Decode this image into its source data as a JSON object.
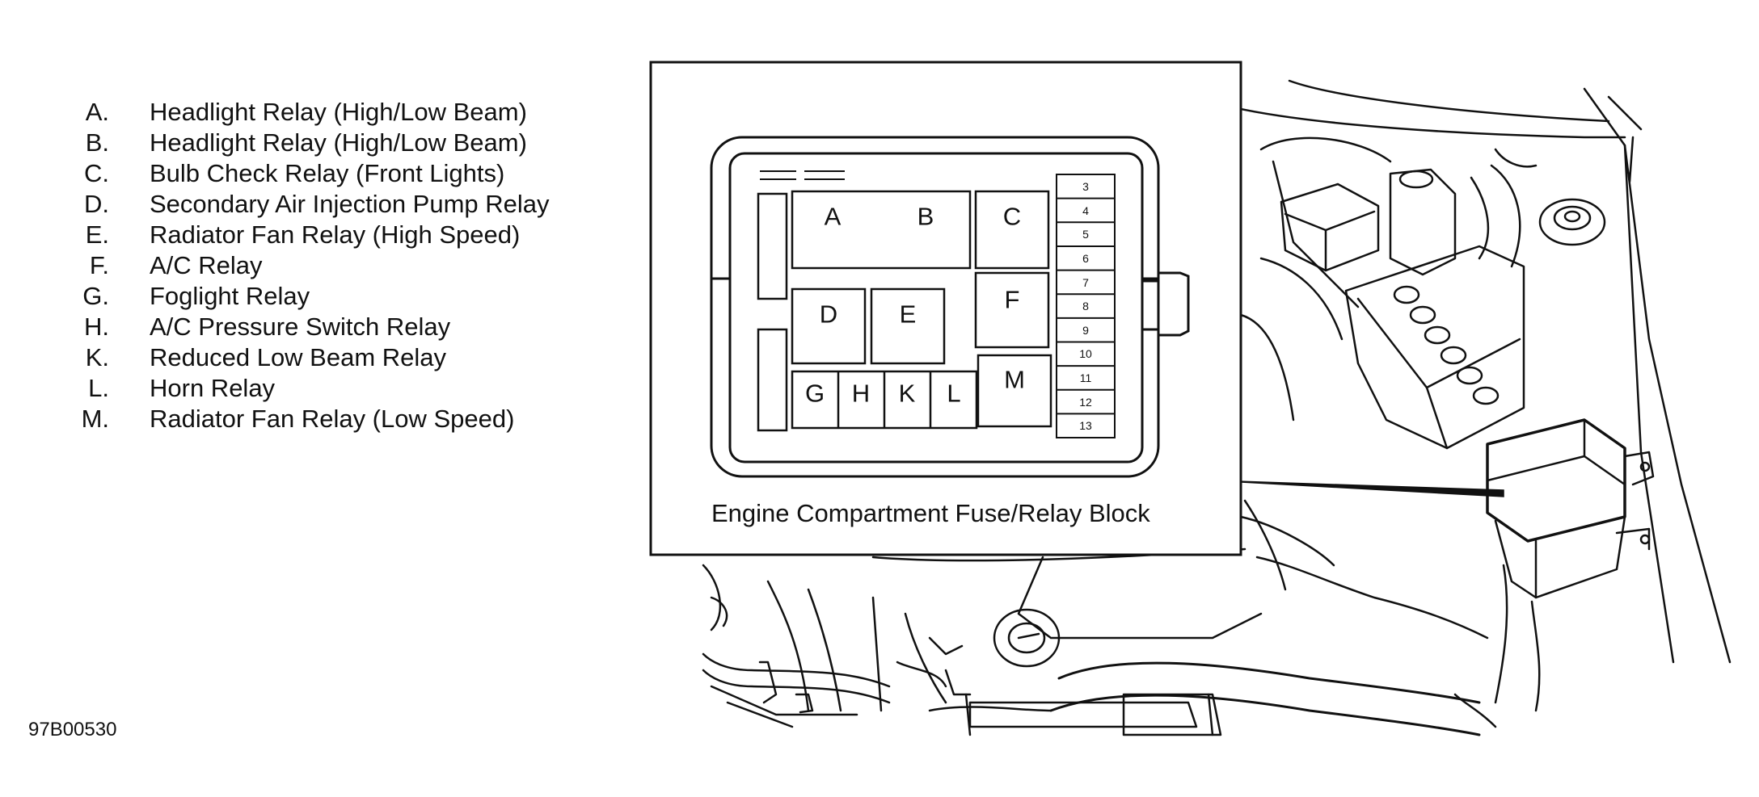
{
  "legend": [
    {
      "letter": "A.",
      "label": "Headlight Relay (High/Low Beam)"
    },
    {
      "letter": "B.",
      "label": "Headlight Relay (High/Low Beam)"
    },
    {
      "letter": "C.",
      "label": "Bulb Check Relay (Front Lights)"
    },
    {
      "letter": "D.",
      "label": "Secondary Air Injection Pump Relay"
    },
    {
      "letter": "E.",
      "label": "Radiator Fan Relay (High Speed)"
    },
    {
      "letter": "F.",
      "label": "A/C Relay"
    },
    {
      "letter": "G.",
      "label": "Foglight Relay"
    },
    {
      "letter": "H.",
      "label": "A/C Pressure Switch Relay"
    },
    {
      "letter": "K.",
      "label": "Reduced Low Beam Relay"
    },
    {
      "letter": "L.",
      "label": "Horn Relay"
    },
    {
      "letter": "M.",
      "label": "Radiator Fan Relay (Low Speed)"
    }
  ],
  "inset": {
    "caption": "Engine Compartment Fuse/Relay Block",
    "relays": {
      "A": "A",
      "B": "B",
      "C": "C",
      "D": "D",
      "E": "E",
      "F": "F",
      "G": "G",
      "H": "H",
      "K": "K",
      "L": "L",
      "M": "M"
    },
    "fuses": [
      "3",
      "4",
      "5",
      "6",
      "7",
      "8",
      "9",
      "10",
      "11",
      "12",
      "13"
    ]
  },
  "figure_id": "97B00530"
}
